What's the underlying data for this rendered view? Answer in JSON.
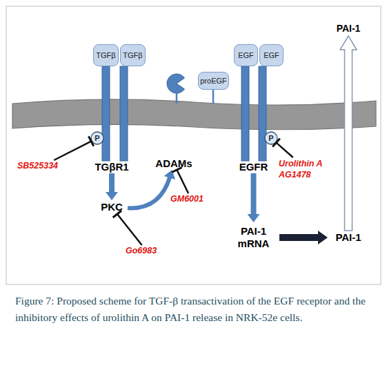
{
  "diagram": {
    "caption": "Figure 7: Proposed scheme for TGF-β transactivation of the EGF receptor and the inhibitory effects of urolithin A on PAI-1 release in NRK-52e cells.",
    "nodes": [
      {
        "text": [
          "TGFβ"
        ]
      },
      {
        "text": [
          "TGFβ"
        ]
      },
      {
        "text": [
          "EGF"
        ]
      },
      {
        "text": [
          "EGF"
        ]
      },
      {
        "text": [
          "PAI-1"
        ]
      },
      {
        "text": [
          "proEGF"
        ]
      },
      {
        "text": [
          "P"
        ]
      },
      {
        "text": [
          "P"
        ]
      },
      {
        "text": [
          "SB525334"
        ]
      },
      {
        "text": [
          "TGβR1"
        ]
      },
      {
        "text": [
          "ADAMs"
        ]
      },
      {
        "text": [
          "EGFR"
        ]
      },
      {
        "text": [
          "Urolithin A",
          "AG1478"
        ]
      },
      {
        "text": [
          "GM6001"
        ]
      },
      {
        "text": [
          "PKC"
        ]
      },
      {
        "text": [
          "PAI-1 mRNA"
        ]
      },
      {
        "text": [
          "PAI-1"
        ]
      },
      {
        "text": [
          "Go6983"
        ]
      }
    ],
    "edges": [
      {
        "from": 9,
        "to": 14,
        "arrow": "to"
      },
      {
        "from": 14,
        "to": 10,
        "arrow": "to"
      },
      {
        "from": 11,
        "to": 15,
        "arrow": "to"
      },
      {
        "from": 15,
        "to": 16,
        "arrow": "to"
      },
      {
        "from": 16,
        "to": 4,
        "arrow": "to"
      },
      {
        "from": 8,
        "to": 6,
        "arrow": "to"
      },
      {
        "from": 13,
        "to": 10,
        "arrow": "to"
      },
      {
        "from": 17,
        "to": 14,
        "arrow": "to"
      },
      {
        "from": 12,
        "to": 7,
        "arrow": "to"
      }
    ]
  }
}
